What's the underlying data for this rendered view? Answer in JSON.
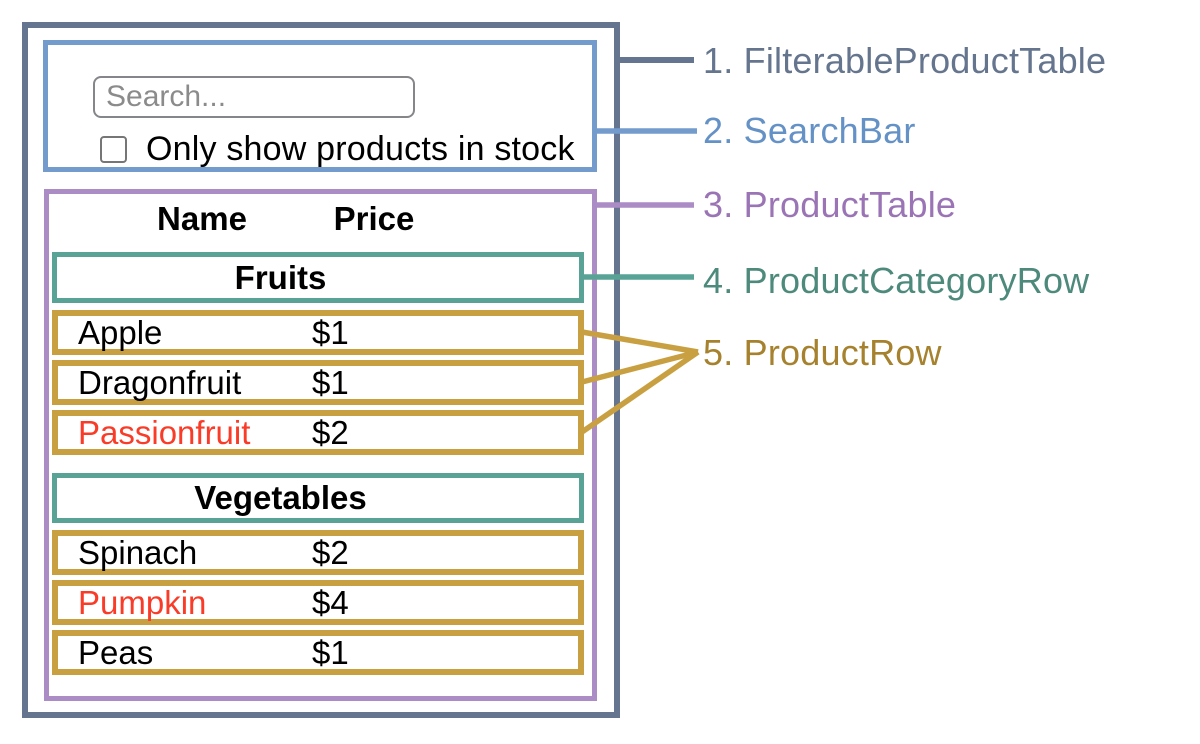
{
  "app": {
    "search": {
      "placeholder": "Search...",
      "checkbox_label": "Only show products in stock"
    },
    "table": {
      "headers": [
        "Name",
        "Price"
      ],
      "sections": [
        {
          "category": "Fruits",
          "products": [
            {
              "name": "Apple",
              "price": "$1",
              "highlight": false
            },
            {
              "name": "Dragonfruit",
              "price": "$1",
              "highlight": false
            },
            {
              "name": "Passionfruit",
              "price": "$2",
              "highlight": true
            }
          ]
        },
        {
          "category": "Vegetables",
          "products": [
            {
              "name": "Spinach",
              "price": "$2",
              "highlight": false
            },
            {
              "name": "Pumpkin",
              "price": "$4",
              "highlight": true
            },
            {
              "name": "Peas",
              "price": "$1",
              "highlight": false
            }
          ]
        }
      ]
    }
  },
  "labels": [
    {
      "text": "1. FilterableProductTable",
      "color": "#65758e"
    },
    {
      "text": "2. SearchBar",
      "color": "#6492c6"
    },
    {
      "text": "3. ProductTable",
      "color": "#9a74b5"
    },
    {
      "text": "4. ProductCategoryRow",
      "color": "#4d8a7c"
    },
    {
      "text": "5. ProductRow",
      "color": "#a6812e"
    }
  ],
  "colors": {
    "outer_border": "#66758f",
    "searchbar_border": "#739ccd",
    "table_border": "#ab8cc5",
    "category_border": "#58a396",
    "row_border": "#c9a041",
    "highlight_text": "#f93b27"
  }
}
